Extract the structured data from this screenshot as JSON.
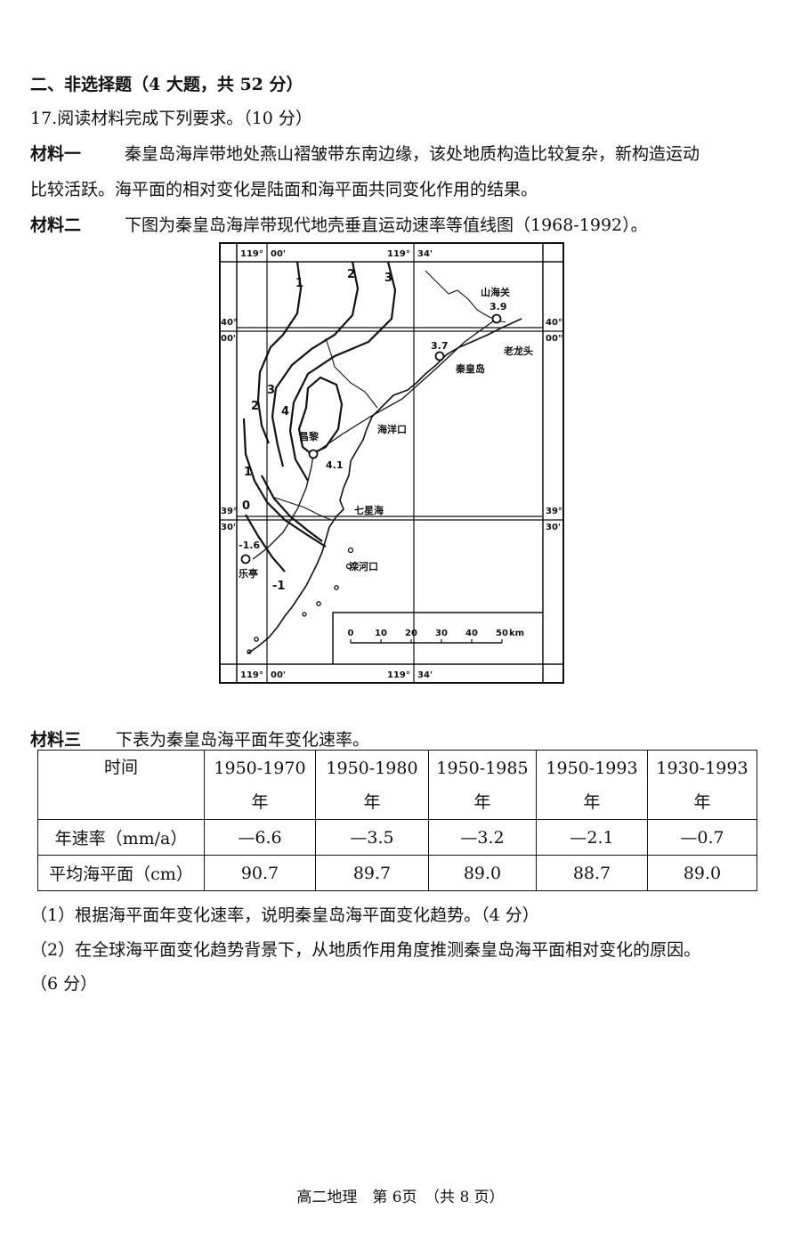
{
  "section_title": "二、非选择题（4 大题，共 52 分）",
  "question": "17.阅读材料完成下列要求。（10 分）",
  "material1": {
    "label": "材料一",
    "line1": "秦皇岛海岸带地处燕山褶皱带东南边缘，该处地质构造比较复杂，新构造运动",
    "line2": "比较活跃。海平面的相对变化是陆面和海平面共同变化作用的结果。"
  },
  "material2": {
    "label": "材料二",
    "text": "下图为秦皇岛海岸带现代地壳垂直运动速率等值线图（1968-1992）。"
  },
  "map": {
    "coords": {
      "lon_left_deg": "119°",
      "lon_left_min": "00'",
      "lon_right_deg": "119°",
      "lon_right_min": "34'",
      "lat_top_deg": "40°",
      "lat_top_min": "00'",
      "lat_top_min_right": "00\"",
      "lat_bottom_deg": "39°",
      "lat_bottom_min": "30'"
    },
    "places": {
      "shanhaiguan": "山海关",
      "laolongtou": "老龙头",
      "qinhuangdao": "秦皇岛",
      "changli": "昌黎",
      "haiyangkou": "海洋口",
      "qixinghai": "七星海",
      "luanhekou": "滦河口",
      "leting": "乐亭"
    },
    "values": {
      "shanhaiguan": "3.9",
      "qinhuangdao": "3.7",
      "changli": "4.1",
      "leting": "-1.6"
    },
    "contours": [
      "1",
      "2",
      "3",
      "4",
      "3",
      "2",
      "1",
      "0",
      "-1"
    ],
    "scale": {
      "ticks": [
        "0",
        "10",
        "20",
        "30",
        "40",
        "50"
      ],
      "unit": "km"
    }
  },
  "material3": {
    "label": "材料三",
    "text": "下表为秦皇岛海平面年变化速率。"
  },
  "table": {
    "corner": "时间",
    "periods": [
      {
        "range": "1950-1970",
        "unit": "年"
      },
      {
        "range": "1950-1980",
        "unit": "年"
      },
      {
        "range": "1950-1985",
        "unit": "年"
      },
      {
        "range": "1950-1993",
        "unit": "年"
      },
      {
        "range": "1930-1993",
        "unit": "年"
      }
    ],
    "rows": [
      {
        "label": "年速率（mm/a）",
        "values": [
          "—6.6",
          "—3.5",
          "—3.2",
          "—2.1",
          "—0.7"
        ]
      },
      {
        "label": "平均海平面（cm）",
        "values": [
          "90.7",
          "89.7",
          "89.0",
          "88.7",
          "89.0"
        ]
      }
    ]
  },
  "subquestions": {
    "q1": "（1）根据海平面年变化速率，说明秦皇岛海平面变化趋势。（4 分）",
    "q2_line1": "（2）在全球海平面变化趋势背景下，从地质作用角度推测秦皇岛海平面相对变化的原因。",
    "q2_line2": "（6 分）"
  },
  "footer": "高二地理　第 6页　（共 8 页）"
}
